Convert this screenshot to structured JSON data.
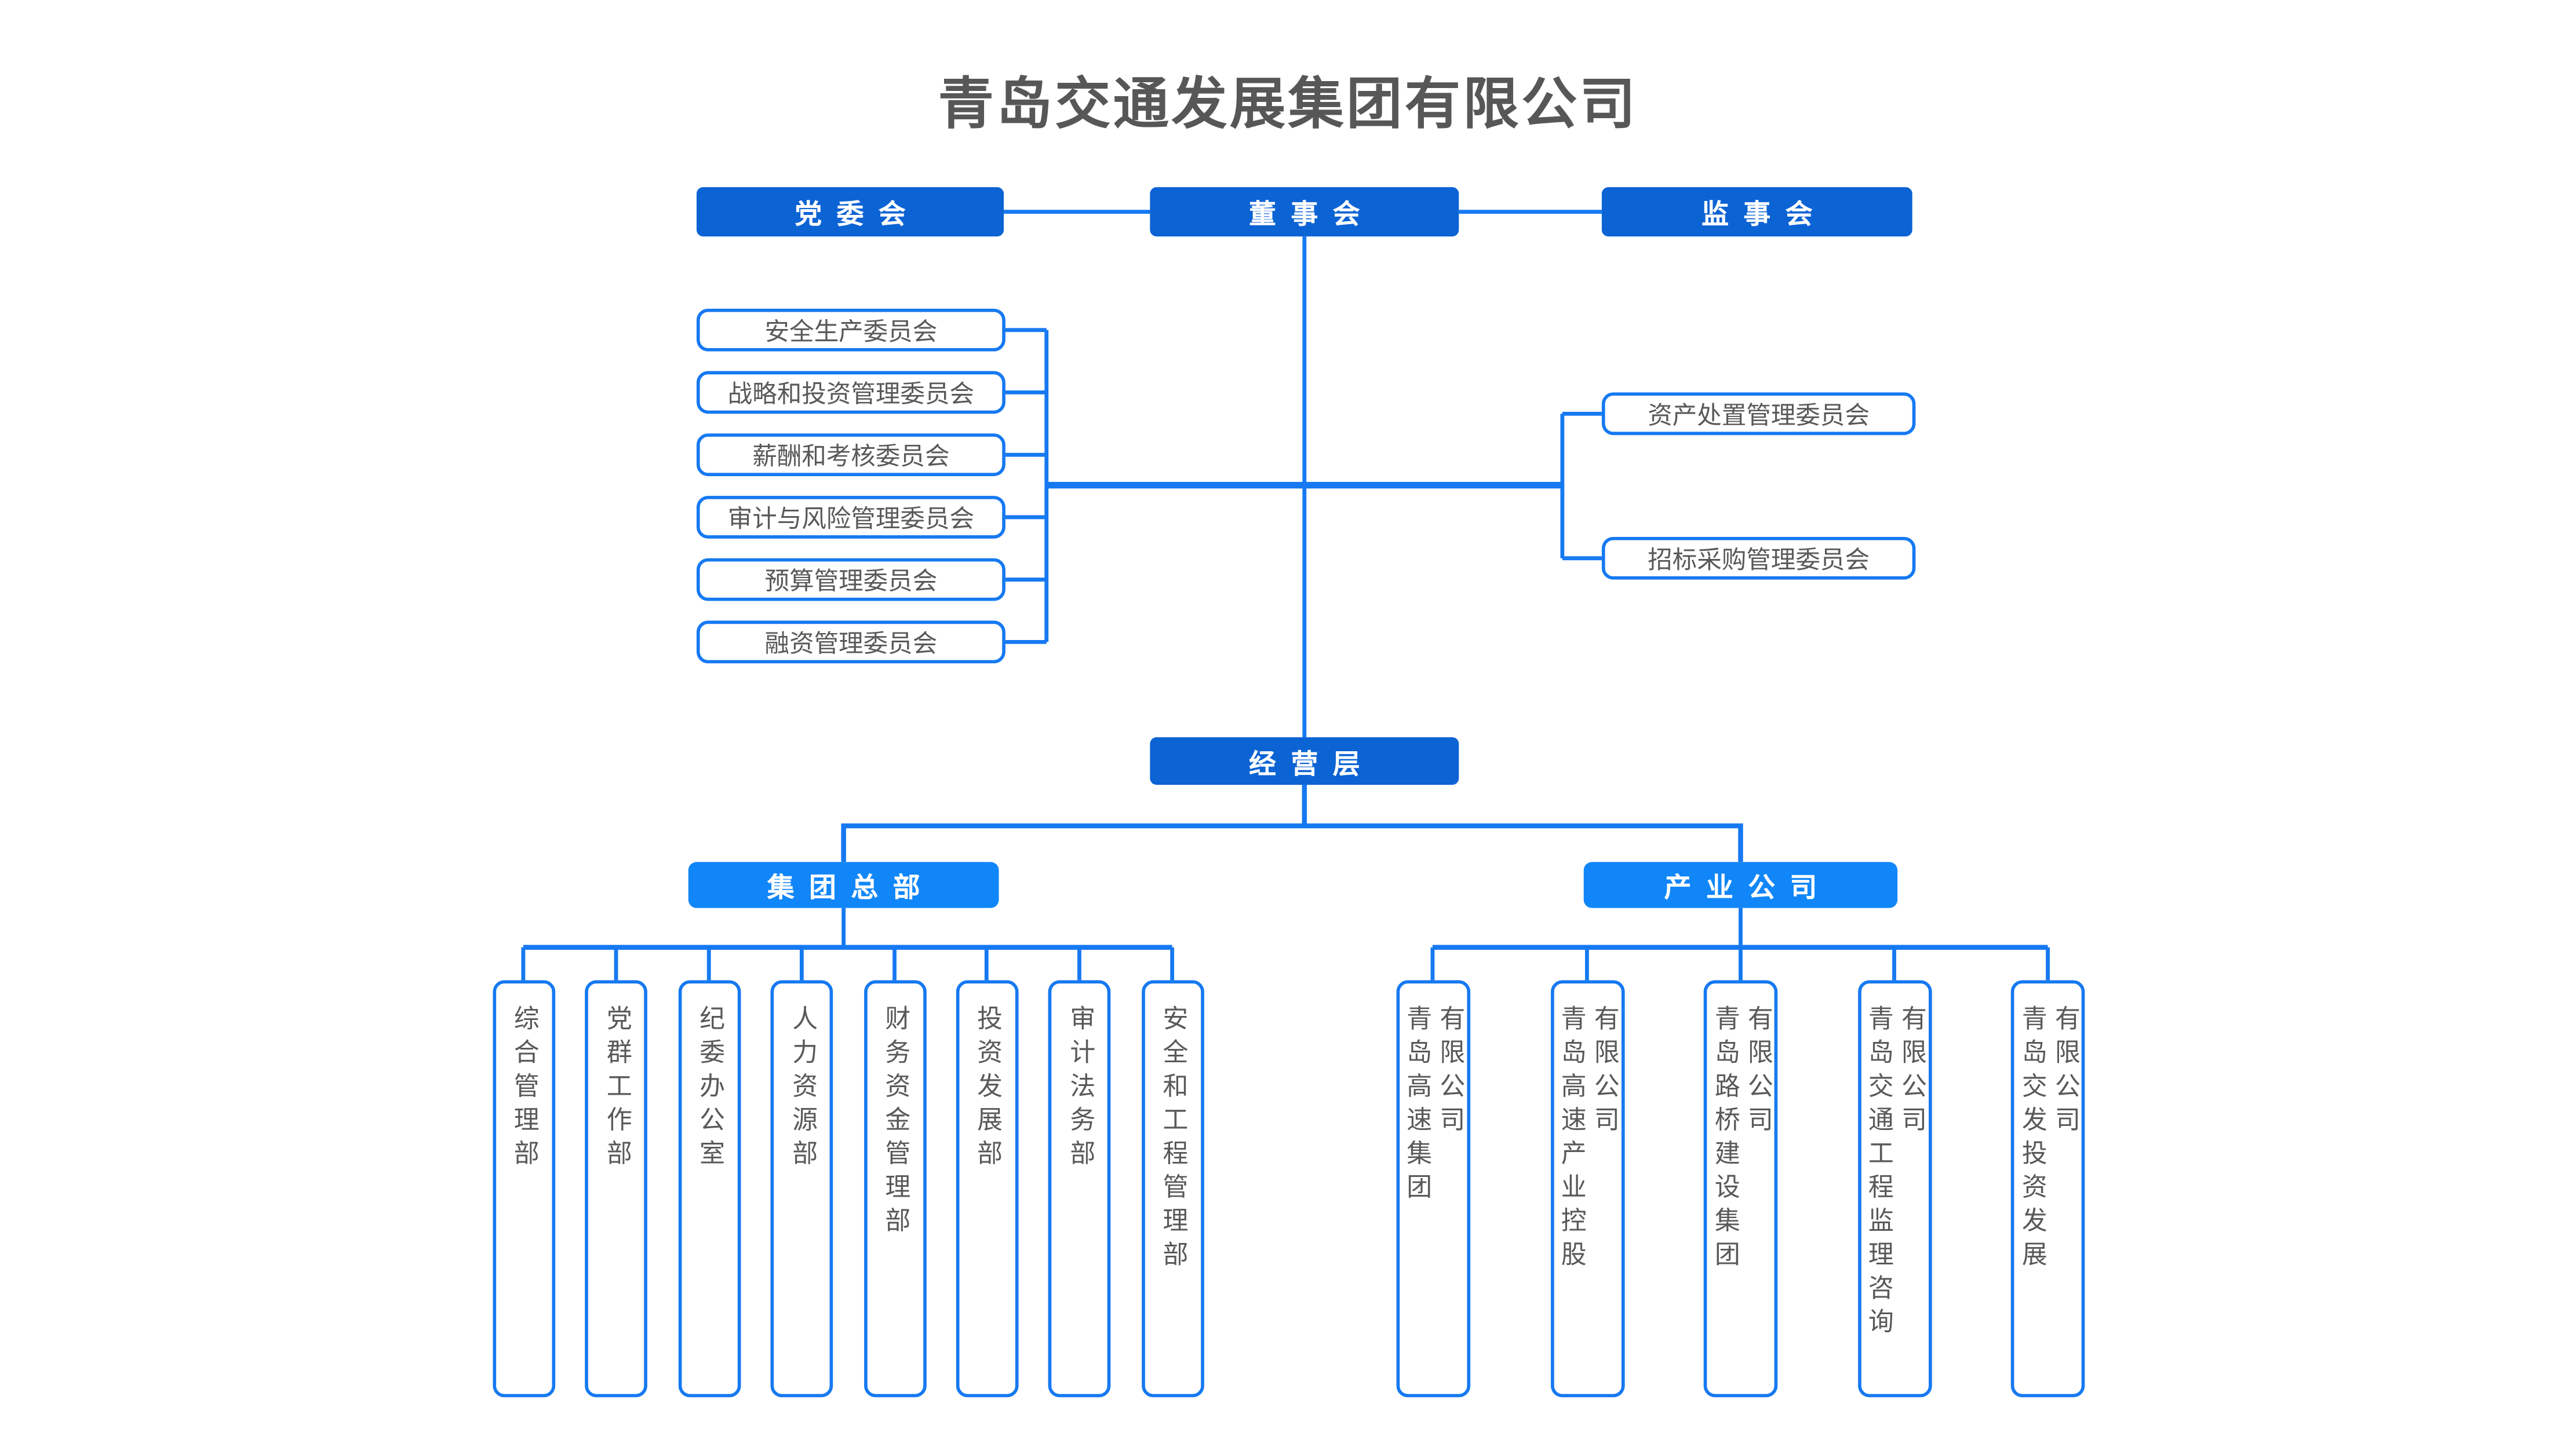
{
  "title": "青岛交通发展集团有限公司",
  "colors": {
    "primary_dark": "#0c63d4",
    "primary_light": "#1186f8",
    "line_blue": "#1679f1",
    "body_text_gray": "#595959",
    "title_gray": "#575757"
  },
  "top_row": [
    "党委会",
    "董事会",
    "监事会"
  ],
  "board_committees": [
    "安全生产委员会",
    "战略和投资管理委员会",
    "薪酬和考核委员会",
    "审计与风险管理委员会",
    "预算管理委员会",
    "融资管理委员会"
  ],
  "special_committees": [
    "资产处置管理委员会",
    "招标采购管理委员会"
  ],
  "management_label": "经营层",
  "branches": {
    "hq": "集团总部",
    "industry": "产业公司"
  },
  "departments": [
    "综合管理部",
    "党群工作部",
    "纪委办公室",
    "人力资源部",
    "财务资金管理部",
    "投资发展部",
    "审计法务部",
    "安全和工程管理部"
  ],
  "companies": [
    {
      "name": "青岛高速集团",
      "suffix": "有限公司"
    },
    {
      "name": "青岛高速产业控股",
      "suffix": "有限公司"
    },
    {
      "name": "青岛路桥建设集团",
      "suffix": "有限公司"
    },
    {
      "name": "青岛交通工程监理咨询",
      "suffix": "有限公司"
    },
    {
      "name": "青岛交发投资发展",
      "suffix": "有限公司"
    }
  ]
}
